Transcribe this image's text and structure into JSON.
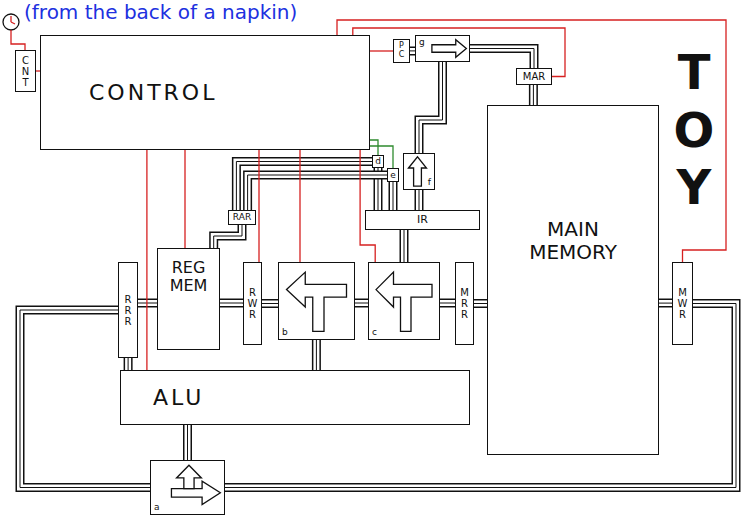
{
  "diagram": {
    "title": "(from the back of a napkin)",
    "nodes": [
      {
        "text": [
          "CONTROL"
        ]
      },
      {
        "text": [
          "CNT"
        ]
      },
      {
        "text": [
          "PC"
        ]
      },
      {
        "text": [
          "g"
        ]
      },
      {
        "text": [
          "MAR"
        ]
      },
      {
        "text": [
          "d"
        ]
      },
      {
        "text": [
          "e"
        ]
      },
      {
        "text": [
          "f"
        ]
      },
      {
        "text": [
          "IR"
        ]
      },
      {
        "text": [
          "RAR"
        ]
      },
      {
        "text": [
          "REG MEM"
        ]
      },
      {
        "text": [
          "RRR"
        ]
      },
      {
        "text": [
          "RWR"
        ]
      },
      {
        "text": [
          "b"
        ]
      },
      {
        "text": [
          "c"
        ]
      },
      {
        "text": [
          "MRR"
        ]
      },
      {
        "text": [
          "MAIN MEMORY"
        ]
      },
      {
        "text": [
          "MWR"
        ]
      },
      {
        "text": [
          "ALU"
        ]
      },
      {
        "text": [
          "a"
        ]
      }
    ],
    "edges": [
      {
        "from": 1,
        "to": 0,
        "arrow": "none"
      },
      {
        "from": 2,
        "to": 3,
        "arrow": "none"
      },
      {
        "from": 3,
        "to": 4,
        "arrow": "none"
      },
      {
        "from": 4,
        "to": 16,
        "arrow": "none"
      },
      {
        "from": 8,
        "to": 5,
        "arrow": "none"
      },
      {
        "from": 8,
        "to": 6,
        "arrow": "none"
      },
      {
        "from": 8,
        "to": 7,
        "arrow": "none"
      },
      {
        "from": 7,
        "to": 3,
        "arrow": "none"
      },
      {
        "from": 5,
        "to": 9,
        "arrow": "none"
      },
      {
        "from": 6,
        "to": 9,
        "arrow": "none"
      },
      {
        "from": 9,
        "to": 10,
        "arrow": "none"
      },
      {
        "from": 10,
        "to": 11,
        "arrow": "none"
      },
      {
        "from": 12,
        "to": 10,
        "arrow": "none"
      },
      {
        "from": 13,
        "to": 12,
        "arrow": "none"
      },
      {
        "from": 14,
        "to": 13,
        "arrow": "none"
      },
      {
        "from": 15,
        "to": 14,
        "arrow": "none"
      },
      {
        "from": 16,
        "to": 15,
        "arrow": "none"
      },
      {
        "from": 17,
        "to": 16,
        "arrow": "none"
      },
      {
        "from": 14,
        "to": 8,
        "arrow": "none"
      },
      {
        "from": 13,
        "to": 18,
        "arrow": "none"
      },
      {
        "from": 11,
        "to": 18,
        "arrow": "none"
      },
      {
        "from": 18,
        "to": 19,
        "arrow": "none"
      },
      {
        "from": 19,
        "to": 17,
        "arrow": "none"
      },
      {
        "from": 19,
        "to": 11,
        "arrow": "none"
      },
      {
        "from": 0,
        "to": 2,
        "arrow": "none"
      },
      {
        "from": 0,
        "to": 10,
        "arrow": "none"
      },
      {
        "from": 0,
        "to": 18,
        "arrow": "none"
      },
      {
        "from": 0,
        "to": 4,
        "arrow": "none"
      },
      {
        "from": 0,
        "to": 17,
        "arrow": "none"
      },
      {
        "from": 0,
        "to": 14,
        "arrow": "none"
      },
      {
        "from": 0,
        "to": 13,
        "arrow": "none"
      },
      {
        "from": 0,
        "to": 5,
        "arrow": "none"
      },
      {
        "from": 0,
        "to": 6,
        "arrow": "none"
      },
      {
        "from": 0,
        "to": 12,
        "arrow": "none"
      }
    ],
    "labels": [
      "TOY"
    ]
  }
}
